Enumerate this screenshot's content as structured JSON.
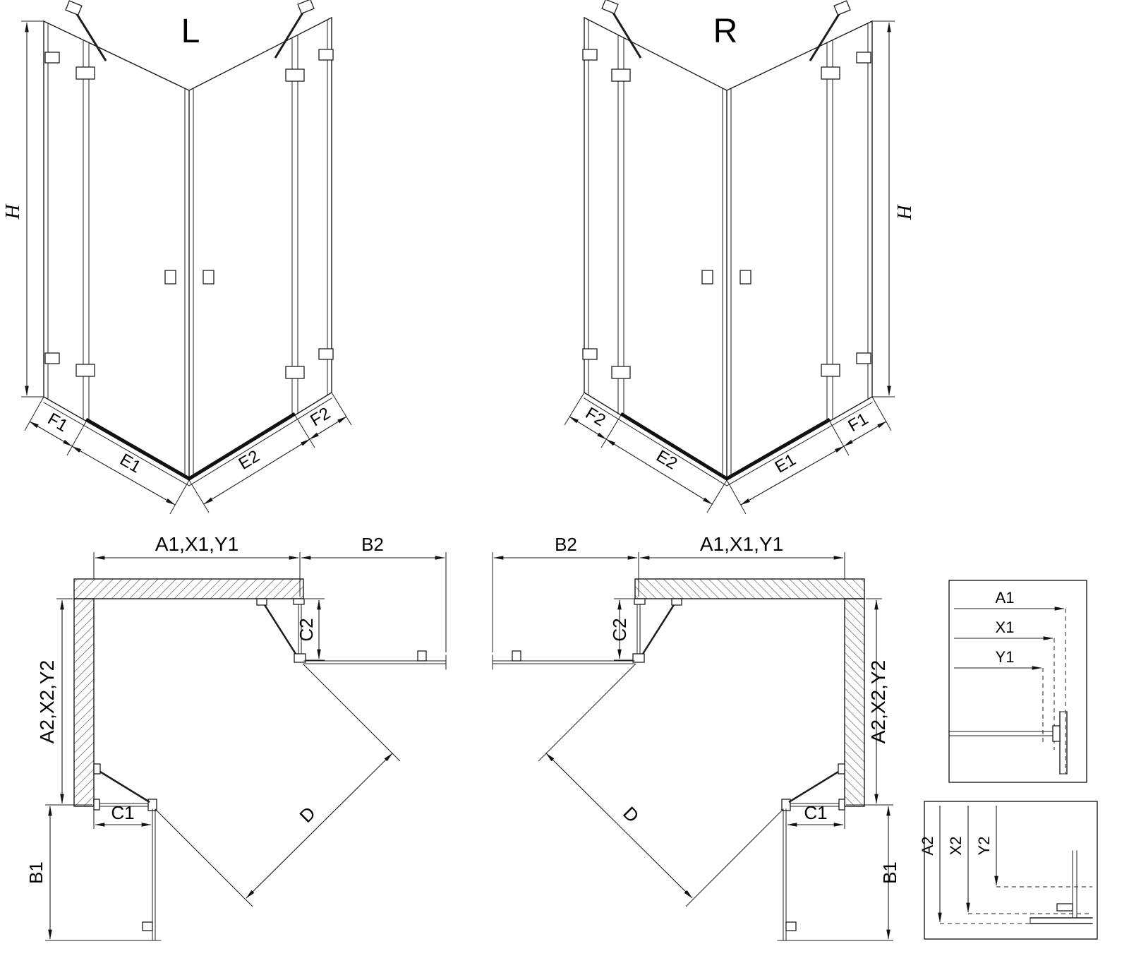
{
  "front_left": {
    "variant": "L",
    "h": "H",
    "f1": "F1",
    "e1": "E1",
    "e2": "E2",
    "f2": "F2"
  },
  "front_right": {
    "variant": "R",
    "h": "H",
    "f1": "F1",
    "e1": "E1",
    "e2": "E2",
    "f2": "F2"
  },
  "plan_left": {
    "a1": "A1,X1,Y1",
    "b2": "B2",
    "c2": "C2",
    "a2": "A2,X2,Y2",
    "c1": "C1",
    "b1": "B1",
    "d": "D"
  },
  "plan_right": {
    "a1": "A1,X1,Y1",
    "b2": "B2",
    "c2": "C2",
    "a2": "A2,X2,Y2",
    "c1": "C1",
    "b1": "B1",
    "d": "D"
  },
  "detail_top": {
    "a1": "A1",
    "x1": "X1",
    "y1": "Y1"
  },
  "detail_bottom": {
    "a2": "A2",
    "x2": "X2",
    "y2": "Y2"
  }
}
